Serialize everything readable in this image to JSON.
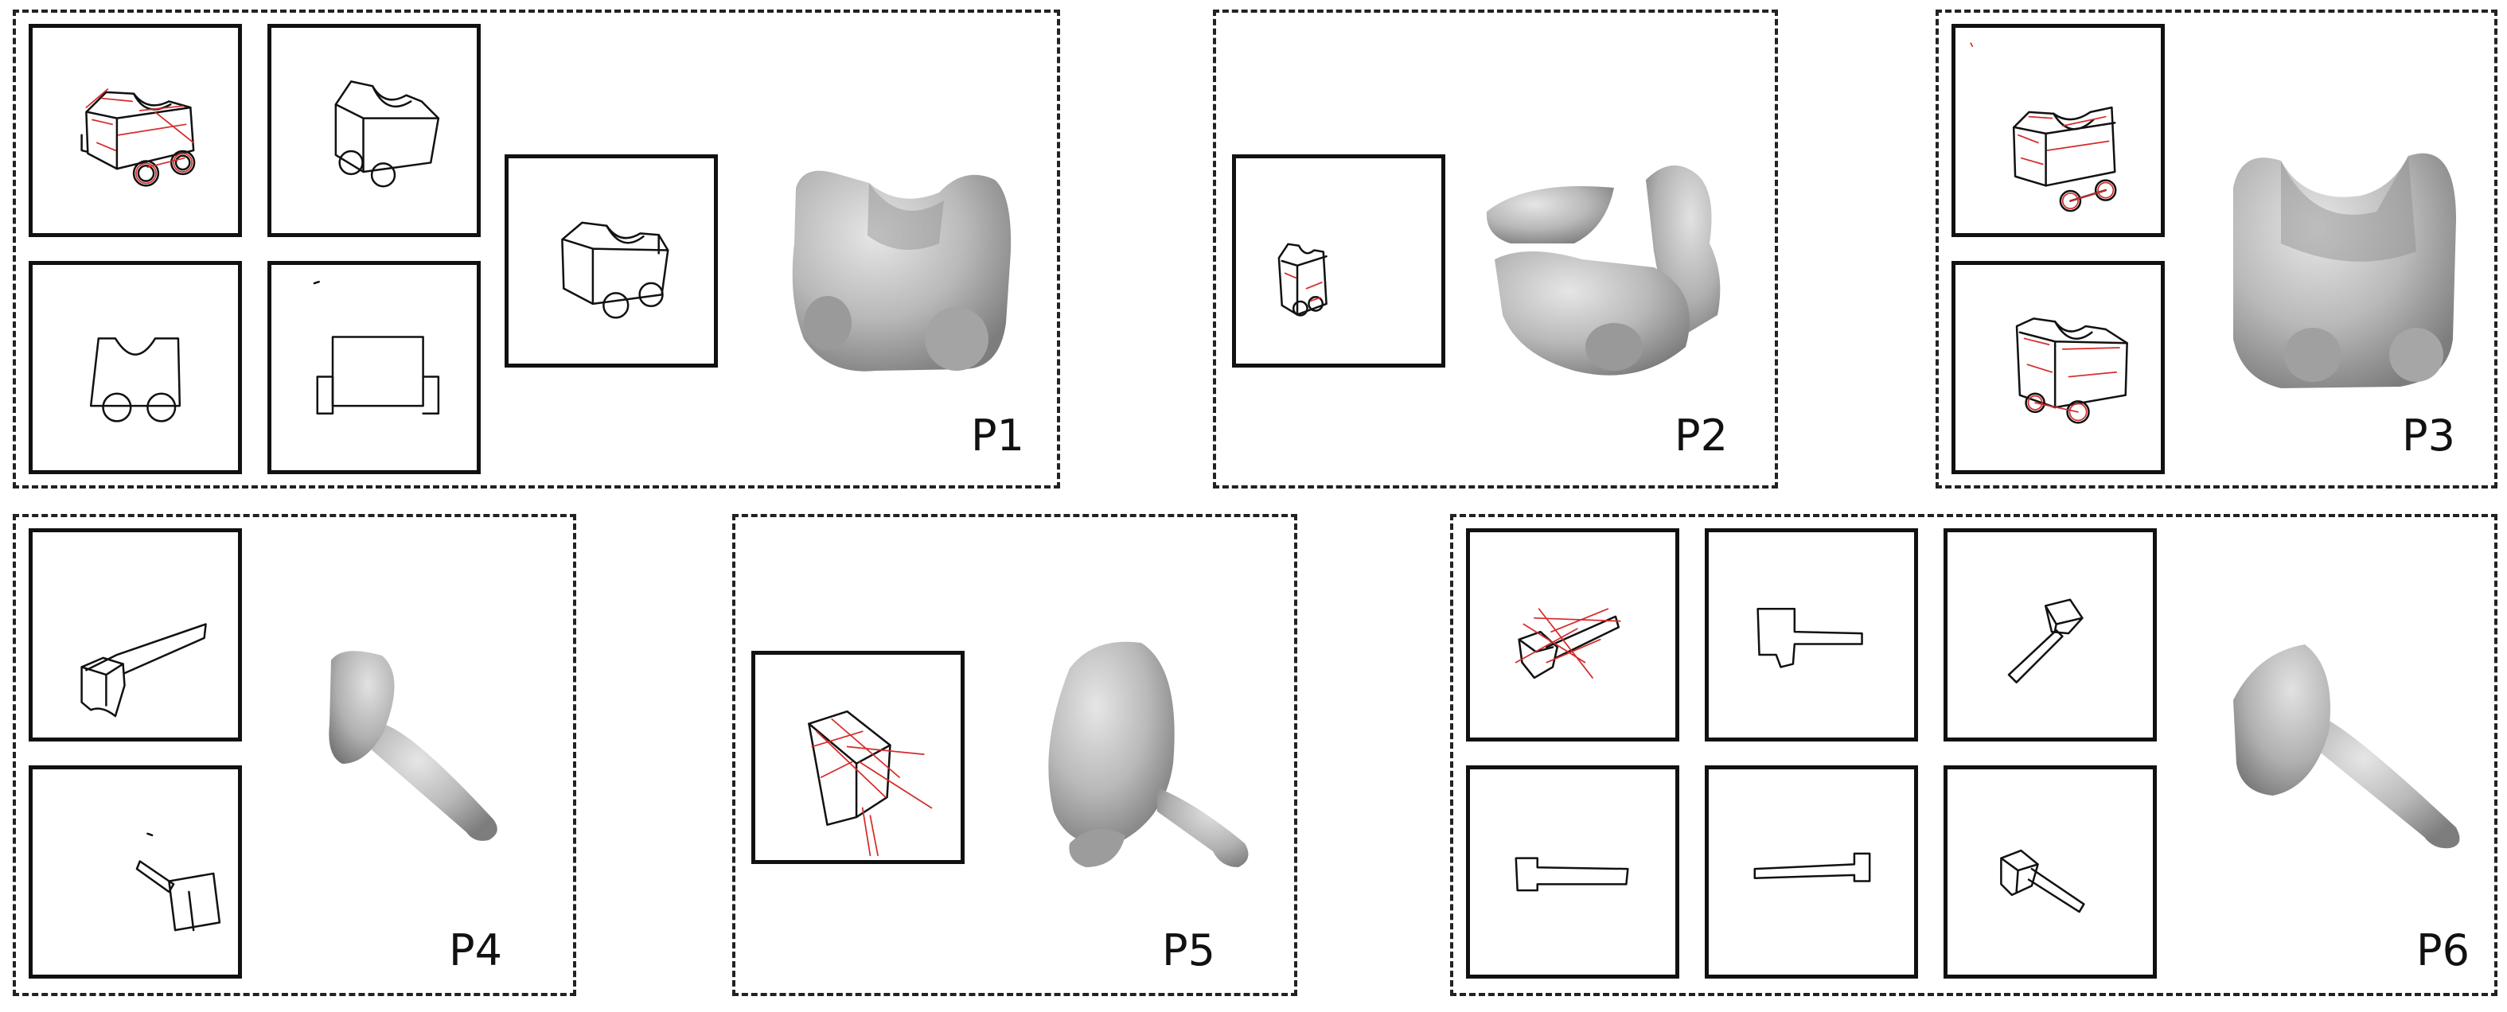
{
  "panels": [
    {
      "id": "p1",
      "label": "P1"
    },
    {
      "id": "p2",
      "label": "P2"
    },
    {
      "id": "p3",
      "label": "P3"
    },
    {
      "id": "p4",
      "label": "P4"
    },
    {
      "id": "p5",
      "label": "P5"
    },
    {
      "id": "p6",
      "label": "P6"
    }
  ],
  "colors": {
    "ink": "#111111",
    "red_strokes": "#d62a2a",
    "model_gray": "#b8b8b8",
    "dashed_border": "#222222"
  }
}
